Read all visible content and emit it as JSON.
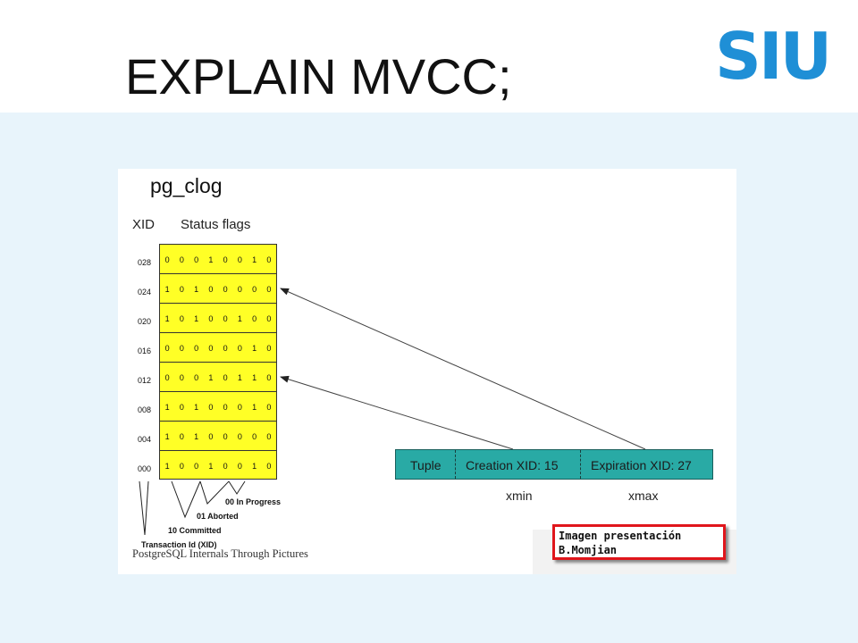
{
  "slide": {
    "title": "EXPLAIN MVCC;",
    "logo_text": "SIU",
    "colors": {
      "logo": "#1f8fd6",
      "content_background": "#e8f4fb",
      "grid": "#ffff26",
      "tuple": "#29aaa5",
      "note_border": "#e0161c"
    }
  },
  "diagram": {
    "title": "pg_clog",
    "xid_header": "XID",
    "status_header": "Status flags",
    "rows": [
      {
        "xid": "028",
        "bits": [
          "0",
          "0",
          "0",
          "1",
          "0",
          "0",
          "1",
          "0"
        ]
      },
      {
        "xid": "024",
        "bits": [
          "1",
          "0",
          "1",
          "0",
          "0",
          "0",
          "0",
          "0"
        ]
      },
      {
        "xid": "020",
        "bits": [
          "1",
          "0",
          "1",
          "0",
          "0",
          "1",
          "0",
          "0"
        ]
      },
      {
        "xid": "016",
        "bits": [
          "0",
          "0",
          "0",
          "0",
          "0",
          "0",
          "1",
          "0"
        ]
      },
      {
        "xid": "012",
        "bits": [
          "0",
          "0",
          "0",
          "1",
          "0",
          "1",
          "1",
          "0"
        ]
      },
      {
        "xid": "008",
        "bits": [
          "1",
          "0",
          "1",
          "0",
          "0",
          "0",
          "1",
          "0"
        ]
      },
      {
        "xid": "004",
        "bits": [
          "1",
          "0",
          "1",
          "0",
          "0",
          "0",
          "0",
          "0"
        ]
      },
      {
        "xid": "000",
        "bits": [
          "1",
          "0",
          "0",
          "1",
          "0",
          "0",
          "1",
          "0"
        ]
      }
    ],
    "legend": {
      "in_progress": "00  In Progress",
      "aborted": "01  Aborted",
      "committed": "10  Committed",
      "transaction_id": "Transaction Id (XID)"
    },
    "tuple": {
      "label": "Tuple",
      "creation": "Creation XID: 15",
      "expiration": "Expiration XID: 27"
    },
    "xmin": "xmin",
    "xmax": "xmax",
    "credit": "PostgreSQL Internals Through Pictures"
  },
  "note": {
    "line1": "Imagen presentación",
    "line2": "B.Momjian"
  }
}
